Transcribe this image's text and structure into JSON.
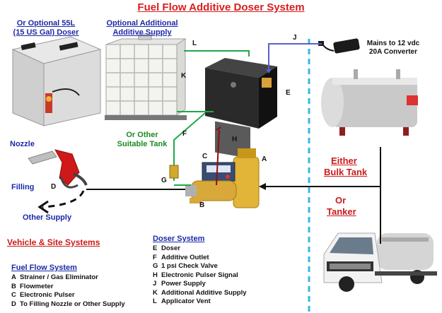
{
  "title": "Fuel Flow Additive Doser System",
  "labels": {
    "optional_doser_line1": "Or Optional 55L",
    "optional_doser_line2": "(15 US Gal) Doser",
    "additive_supply_line1": "Optional Additional",
    "additive_supply_line2": "Additive Supply",
    "other_tank_line1": "Or Other",
    "other_tank_line2": "Suitable Tank",
    "converter_line1": "Mains to 12 vdc",
    "converter_line2": "20A Converter",
    "nozzle": "Nozzle",
    "filling": "Filling",
    "other_supply": "Other Supply",
    "either": "Either",
    "bulk_tank": "Bulk Tank",
    "or": "Or",
    "tanker": "Tanker",
    "vehicle_site": "Vehicle & Site Systems"
  },
  "letters": {
    "L": "L",
    "J": "J",
    "K": "K",
    "E": "E",
    "F": "F",
    "H": "H",
    "C": "C",
    "A": "A",
    "G": "G",
    "B": "B",
    "D": "D"
  },
  "fuel_flow_system": {
    "heading": "Fuel Flow System",
    "items": [
      {
        "key": "A",
        "text": "Strainer / Gas Eliminator"
      },
      {
        "key": "B",
        "text": "Flowmeter"
      },
      {
        "key": "C",
        "text": "Electronic Pulser"
      },
      {
        "key": "D",
        "text": "To Filling Nozzle or Other Supply"
      }
    ]
  },
  "doser_system": {
    "heading": "Doser System",
    "items": [
      {
        "key": "E",
        "text": "Doser"
      },
      {
        "key": "F",
        "text": "Additive Outlet"
      },
      {
        "key": "G",
        "text": "1 psi Check Valve"
      },
      {
        "key": "H",
        "text": "Electronic Pulser Signal"
      },
      {
        "key": "J",
        "text": "Power Supply"
      },
      {
        "key": "K",
        "text": "Additional Additive Supply"
      },
      {
        "key": "L",
        "text": "Applicator Vent"
      }
    ]
  },
  "colors": {
    "title_red": "#d81e1e",
    "label_blue": "#1b2aa6",
    "label_green": "#1a8a22",
    "line_green": "#1fa84a",
    "line_darkred": "#8b0f14",
    "divider_cyan": "#35b9e0",
    "line_purple": "#5a5fc9"
  }
}
